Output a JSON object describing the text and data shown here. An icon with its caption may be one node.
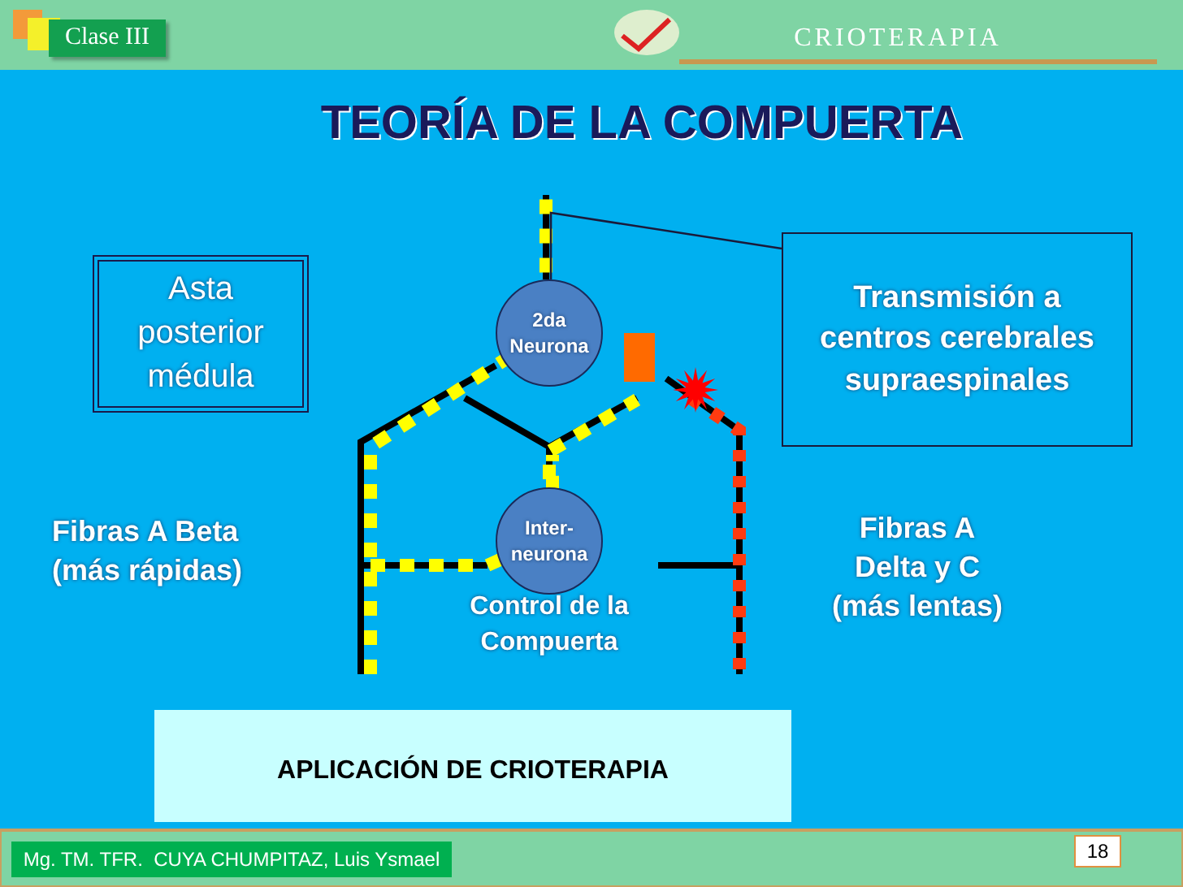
{
  "diagram": {
    "title": "TEORÍA DE LA COMPUERTA",
    "nodes": [
      {
        "text": [
          "Asta posterior médula"
        ]
      },
      {
        "text": [
          "Transmisión a centros cerebrales supraespinales"
        ]
      },
      {
        "text": [
          "2da Neurona"
        ]
      },
      {
        "text": [
          "Inter-neurona"
        ]
      },
      {
        "text": [
          "Fibras A Beta (más rápidas)"
        ]
      },
      {
        "text": [
          "Fibras A Delta y C (más lentas)"
        ]
      },
      {
        "text": [
          "Control de la Compuerta"
        ]
      },
      {
        "text": [
          "APLICACIÓN DE CRIOTERAPIA"
        ]
      }
    ],
    "edges": [
      {
        "from": 2,
        "to": 1,
        "arrow": "none"
      }
    ],
    "labels": [
      "Clase III",
      "CRIOTERAPIA",
      "Mg. TM. TFR.  CUYA CHUMPITAZ, Luis Ysmael",
      "18"
    ]
  }
}
